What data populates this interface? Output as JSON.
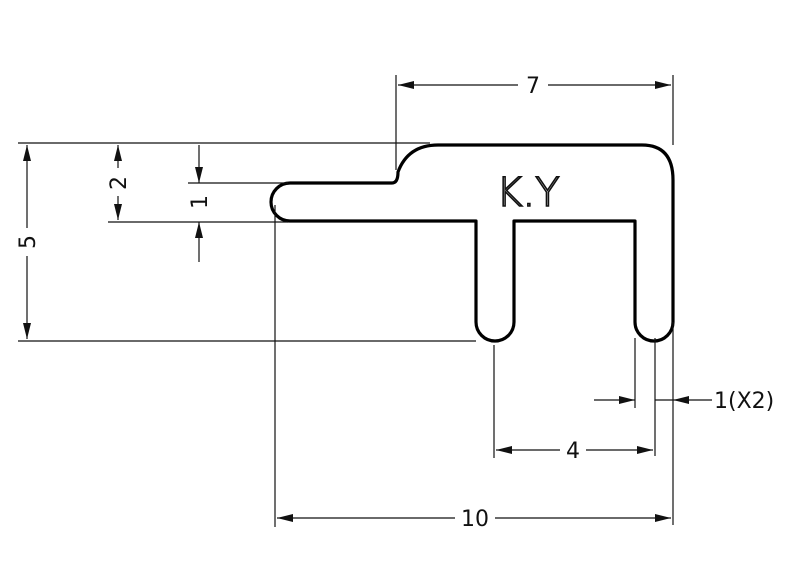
{
  "drawing": {
    "stamp": "K.Y",
    "dimensions": {
      "top_width": "7",
      "total_height": "5",
      "lip_height": "2",
      "lip_thickness": "1",
      "wall_thickness": "1(X2)",
      "leg_spacing": "4",
      "total_width": "10"
    }
  },
  "colors": {
    "line": "#111111",
    "profile": "#000000",
    "background": "#ffffff"
  }
}
